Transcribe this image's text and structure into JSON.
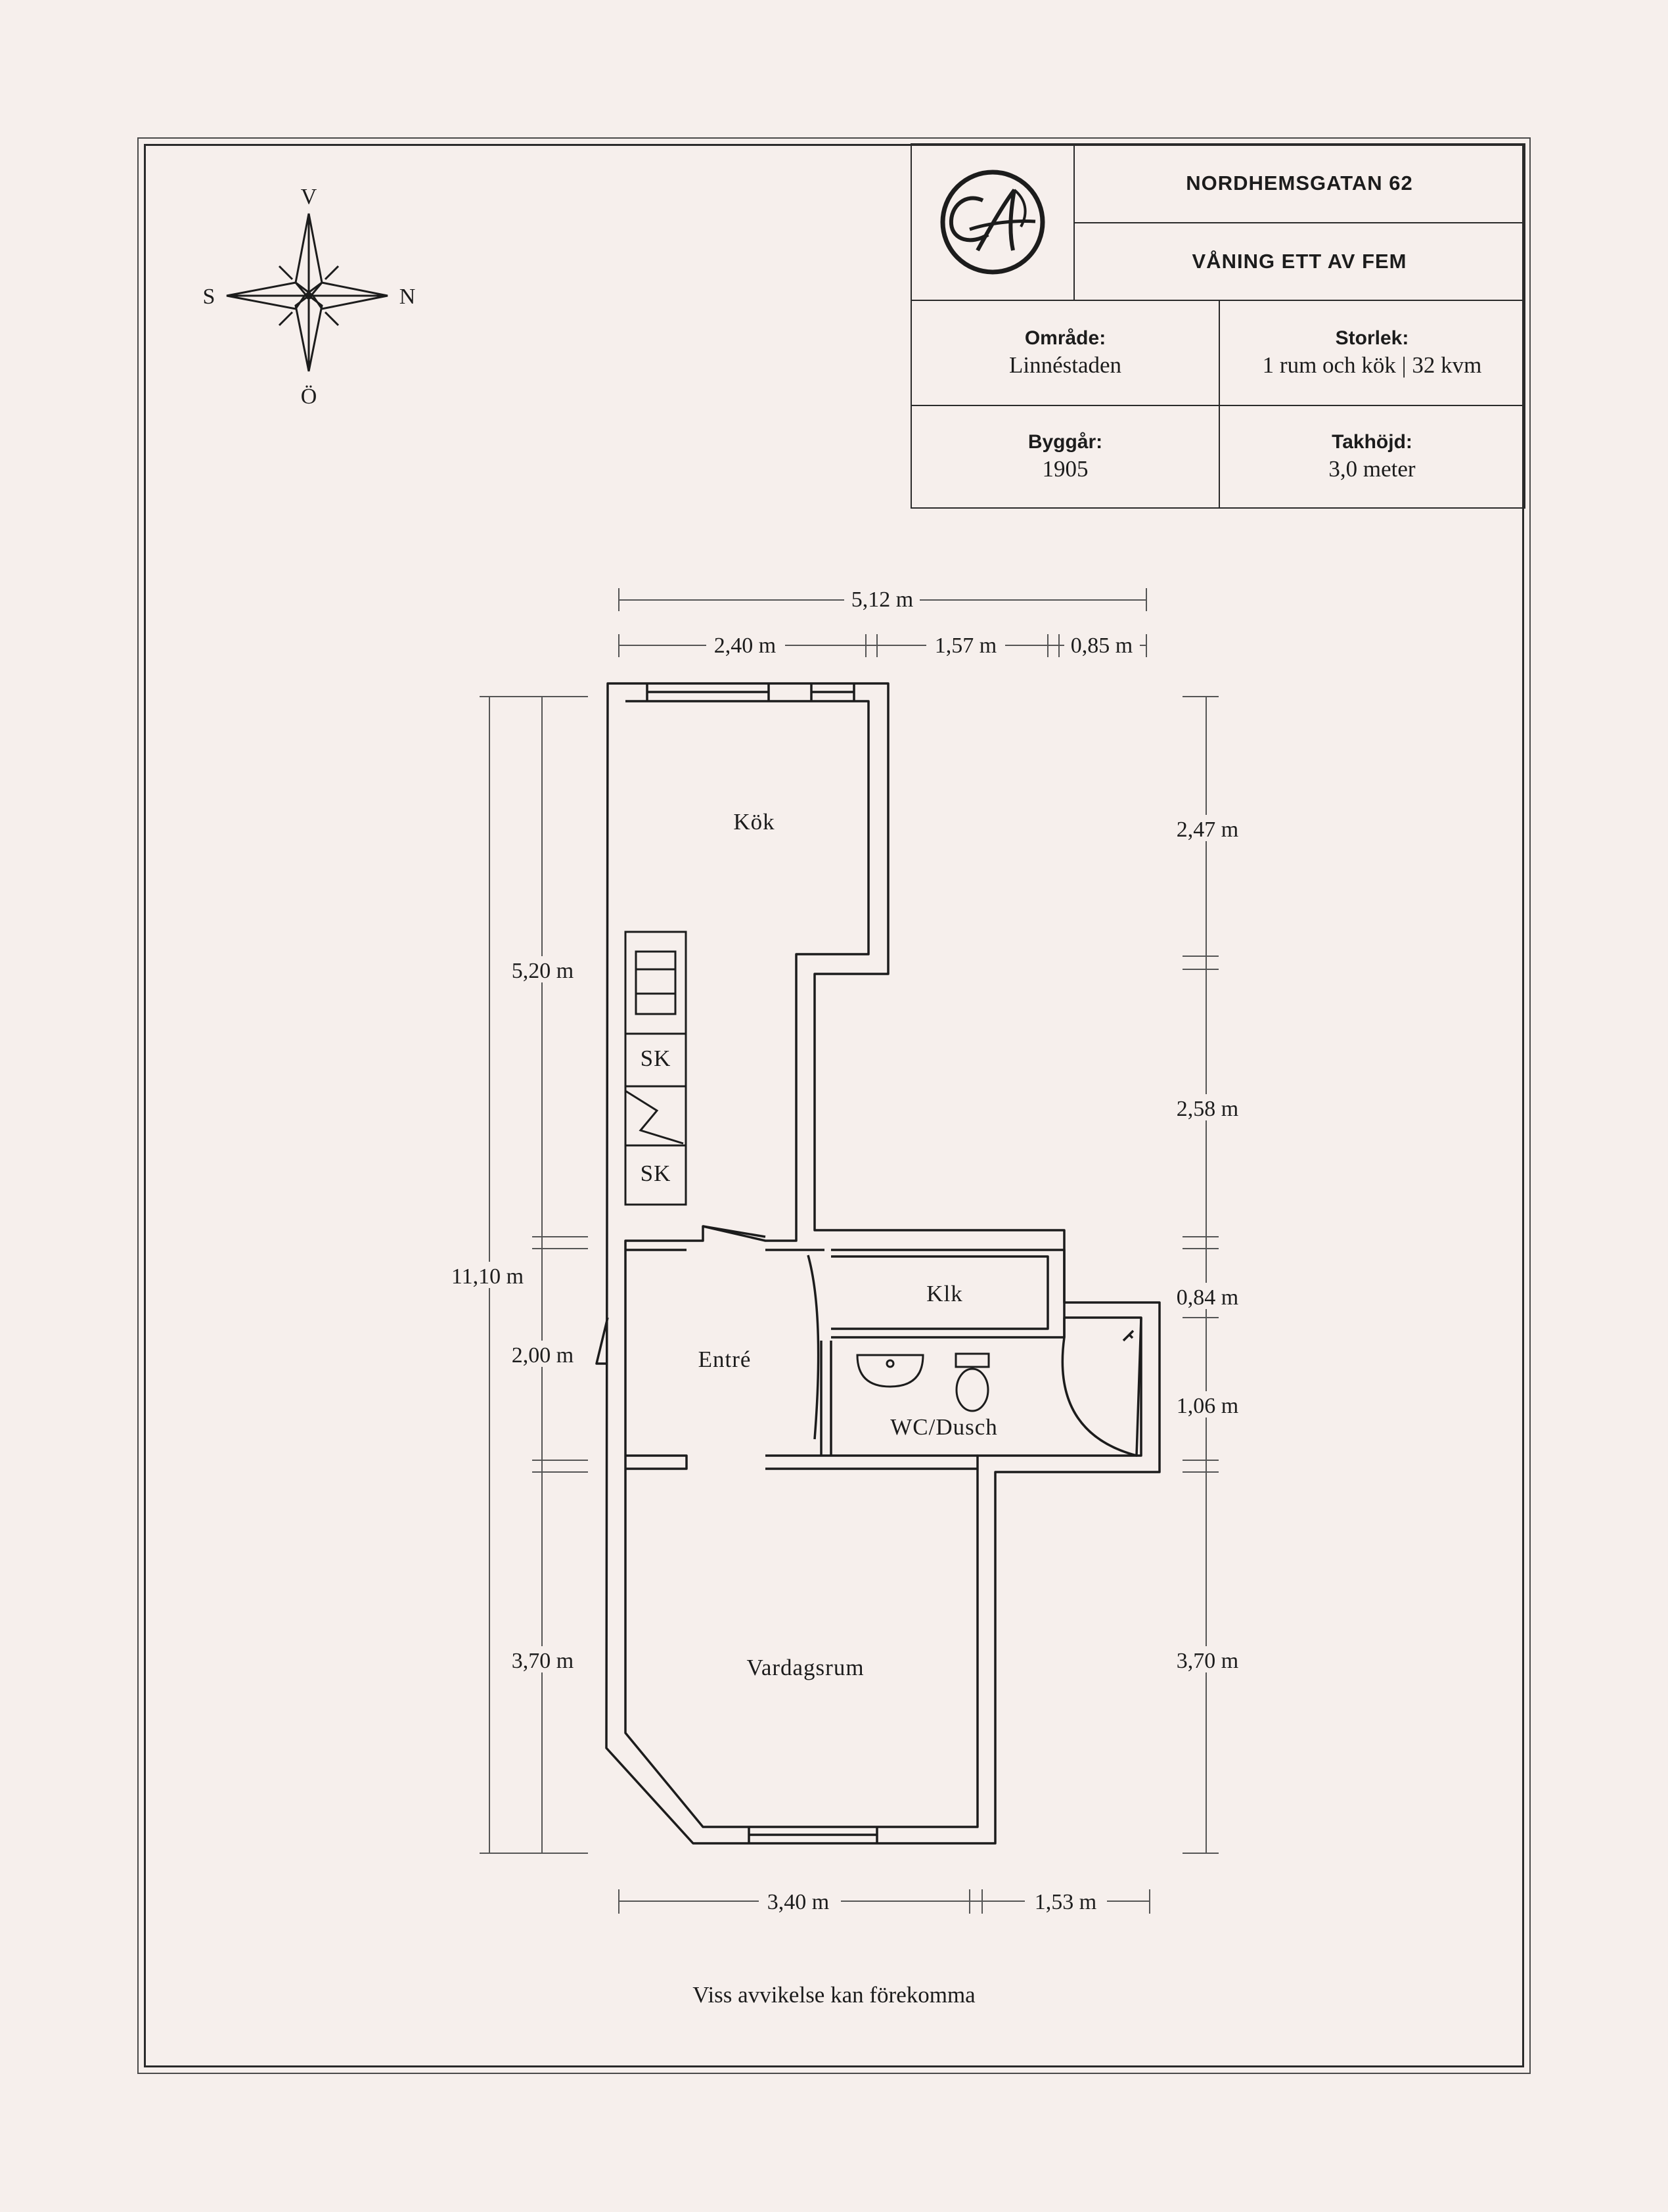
{
  "title_block": {
    "address": "NORDHEMSGATAN 62",
    "floor": "VÅNING ETT AV FEM",
    "area_label": "Område:",
    "area_value": "Linnéstaden",
    "size_label": "Storlek:",
    "size_value": "1 rum och kök | 32 kvm",
    "year_label": "Byggår:",
    "year_value": "1905",
    "ceiling_label": "Takhöjd:",
    "ceiling_value": "3,0 meter"
  },
  "compass": {
    "north": "N",
    "south": "S",
    "west": "V",
    "east": "Ö"
  },
  "rooms": {
    "kitchen": "Kök",
    "closet": "Klk",
    "entry": "Entré",
    "bathroom": "WC/Dusch",
    "living": "Vardagsrum",
    "cabinet_1": "SK",
    "cabinet_2": "SK"
  },
  "dimensions": {
    "top_total": "5,12 m",
    "top_a": "2,40 m",
    "top_b": "1,57 m",
    "top_c": "0,85 m",
    "left_total": "11,10 m",
    "left_a": "5,20 m",
    "left_b": "2,00 m",
    "left_c": "3,70 m",
    "right_a": "2,47 m",
    "right_b": "2,58 m",
    "right_c": "0,84 m",
    "right_d": "1,06 m",
    "right_e": "3,70 m",
    "bottom_a": "3,40 m",
    "bottom_b": "1,53 m"
  },
  "disclaimer": "Viss avvikelse kan förekomma",
  "colors": {
    "background": "#f6efec",
    "ink": "#1c1c1c"
  }
}
